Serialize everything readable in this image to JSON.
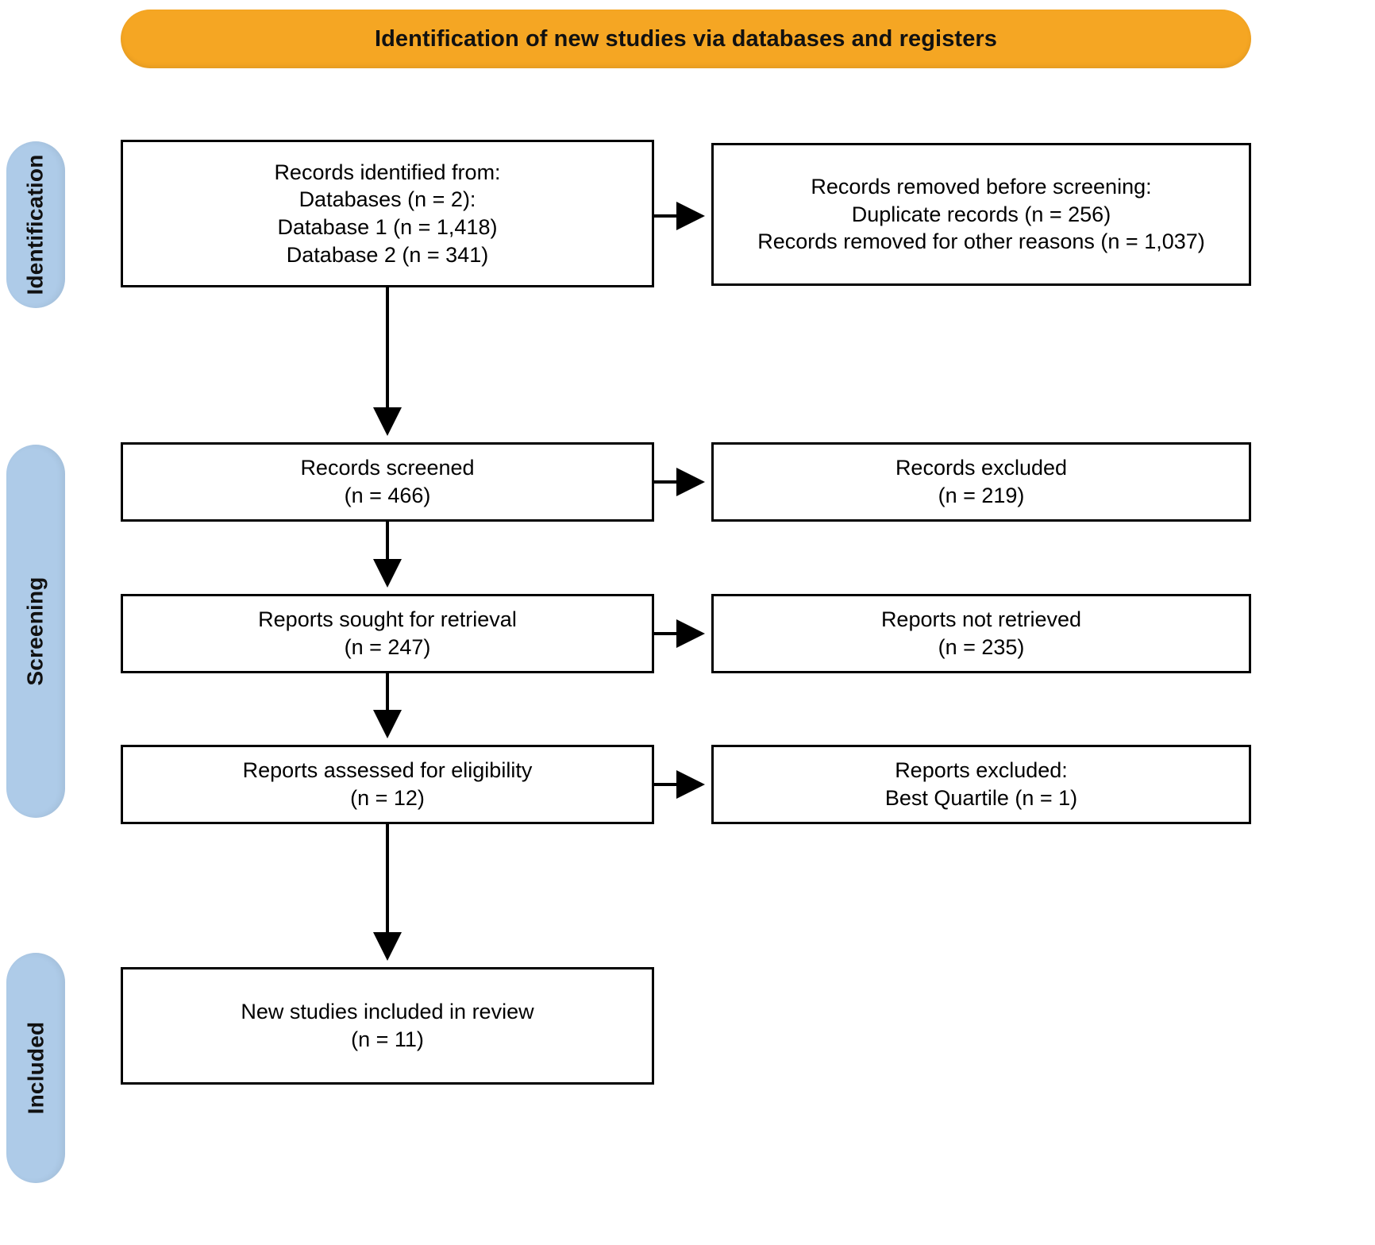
{
  "header": {
    "title": "Identification of new studies via databases and registers",
    "color": "#f5a623"
  },
  "stages": {
    "color": "#aecbe8",
    "identification": "Identification",
    "screening": "Screening",
    "included": "Included"
  },
  "chart_data": {
    "type": "diagram",
    "title": "Identification of new studies via databases and registers",
    "diagram_kind": "PRISMA flow diagram",
    "nodes": [
      {
        "id": "identified",
        "stage": "Identification",
        "column": "left",
        "lines": [
          "Records identified from:",
          "Databases (n = 2):",
          "Database 1 (n = 1,418)",
          "Database 2 (n = 341)"
        ]
      },
      {
        "id": "removed",
        "stage": "Identification",
        "column": "right",
        "lines": [
          "Records removed before screening:",
          "Duplicate records (n = 256)",
          "Records removed for other reasons (n = 1,037)"
        ]
      },
      {
        "id": "screened",
        "stage": "Screening",
        "column": "left",
        "lines": [
          "Records screened",
          "(n = 466)"
        ]
      },
      {
        "id": "records-excluded",
        "stage": "Screening",
        "column": "right",
        "lines": [
          "Records excluded",
          "(n = 219)"
        ]
      },
      {
        "id": "sought",
        "stage": "Screening",
        "column": "left",
        "lines": [
          "Reports sought for retrieval",
          "(n = 247)"
        ]
      },
      {
        "id": "not-retrieved",
        "stage": "Screening",
        "column": "right",
        "lines": [
          "Reports not retrieved",
          "(n = 235)"
        ]
      },
      {
        "id": "assessed",
        "stage": "Screening",
        "column": "left",
        "lines": [
          "Reports assessed for eligibility",
          "(n = 12)"
        ]
      },
      {
        "id": "reports-excluded",
        "stage": "Screening",
        "column": "right",
        "lines": [
          "Reports excluded:",
          "Best Quartile (n = 1)"
        ]
      },
      {
        "id": "included",
        "stage": "Included",
        "column": "left",
        "lines": [
          "New studies included in review",
          "(n = 11)"
        ]
      }
    ],
    "edges": [
      {
        "from": "identified",
        "to": "removed",
        "direction": "right"
      },
      {
        "from": "identified",
        "to": "screened",
        "direction": "down"
      },
      {
        "from": "screened",
        "to": "records-excluded",
        "direction": "right"
      },
      {
        "from": "screened",
        "to": "sought",
        "direction": "down"
      },
      {
        "from": "sought",
        "to": "not-retrieved",
        "direction": "right"
      },
      {
        "from": "sought",
        "to": "assessed",
        "direction": "down"
      },
      {
        "from": "assessed",
        "to": "reports-excluded",
        "direction": "right"
      },
      {
        "from": "assessed",
        "to": "included",
        "direction": "down"
      }
    ],
    "counts": {
      "databases": 2,
      "database_1": 1418,
      "database_2": 341,
      "duplicate_records_removed": 256,
      "records_removed_other_reasons": 1037,
      "records_screened": 466,
      "records_excluded": 219,
      "reports_sought": 247,
      "reports_not_retrieved": 235,
      "reports_assessed": 12,
      "reports_excluded_best_quartile": 1,
      "new_studies_included": 11
    }
  },
  "boxes": {
    "identified": {
      "l1": "Records identified from:",
      "l2": "Databases (n = 2):",
      "l3": "Database 1 (n = 1,418)",
      "l4": "Database 2 (n = 341)"
    },
    "removed": {
      "l1": "Records removed before screening:",
      "l2": "Duplicate records (n = 256)",
      "l3": "Records removed for other reasons (n = 1,037)"
    },
    "screened": {
      "l1": "Records screened",
      "l2": "(n = 466)"
    },
    "records_excluded": {
      "l1": "Records excluded",
      "l2": "(n = 219)"
    },
    "sought": {
      "l1": "Reports sought for retrieval",
      "l2": "(n = 247)"
    },
    "not_retrieved": {
      "l1": "Reports not retrieved",
      "l2": "(n = 235)"
    },
    "assessed": {
      "l1": "Reports assessed for eligibility",
      "l2": "(n = 12)"
    },
    "reports_excluded": {
      "l1": "Reports excluded:",
      "l2": "Best Quartile (n = 1)"
    },
    "included": {
      "l1": "New studies included in review",
      "l2": "(n = 11)"
    }
  }
}
